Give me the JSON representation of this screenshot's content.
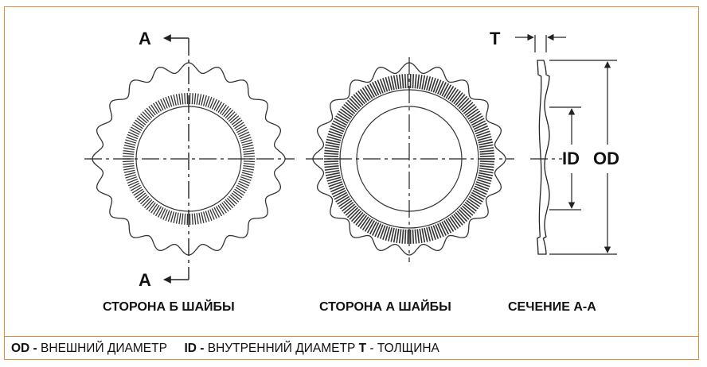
{
  "section_marks": {
    "top": "A",
    "bottom": "A"
  },
  "thickness_label": "T",
  "dimension_labels": {
    "id": "ID",
    "od": "OD"
  },
  "captions": {
    "side_b": "СТОРОНА Б ШАЙБЫ",
    "side_a": "СТОРОНА А ШАЙБЫ",
    "section": "СЕЧЕНИЕ А-А"
  },
  "legend": {
    "od_code": "OD -",
    "od_text": "ВНЕШНИЙ ДИАМЕТР",
    "id_code": "ID -",
    "id_text": "ВНУТРЕННИЙ ДИАМЕТР",
    "t_code": "T",
    "t_text": "- ТОЛЩИНА"
  },
  "colors": {
    "frame": "#e08a3c",
    "line": "#222222"
  }
}
